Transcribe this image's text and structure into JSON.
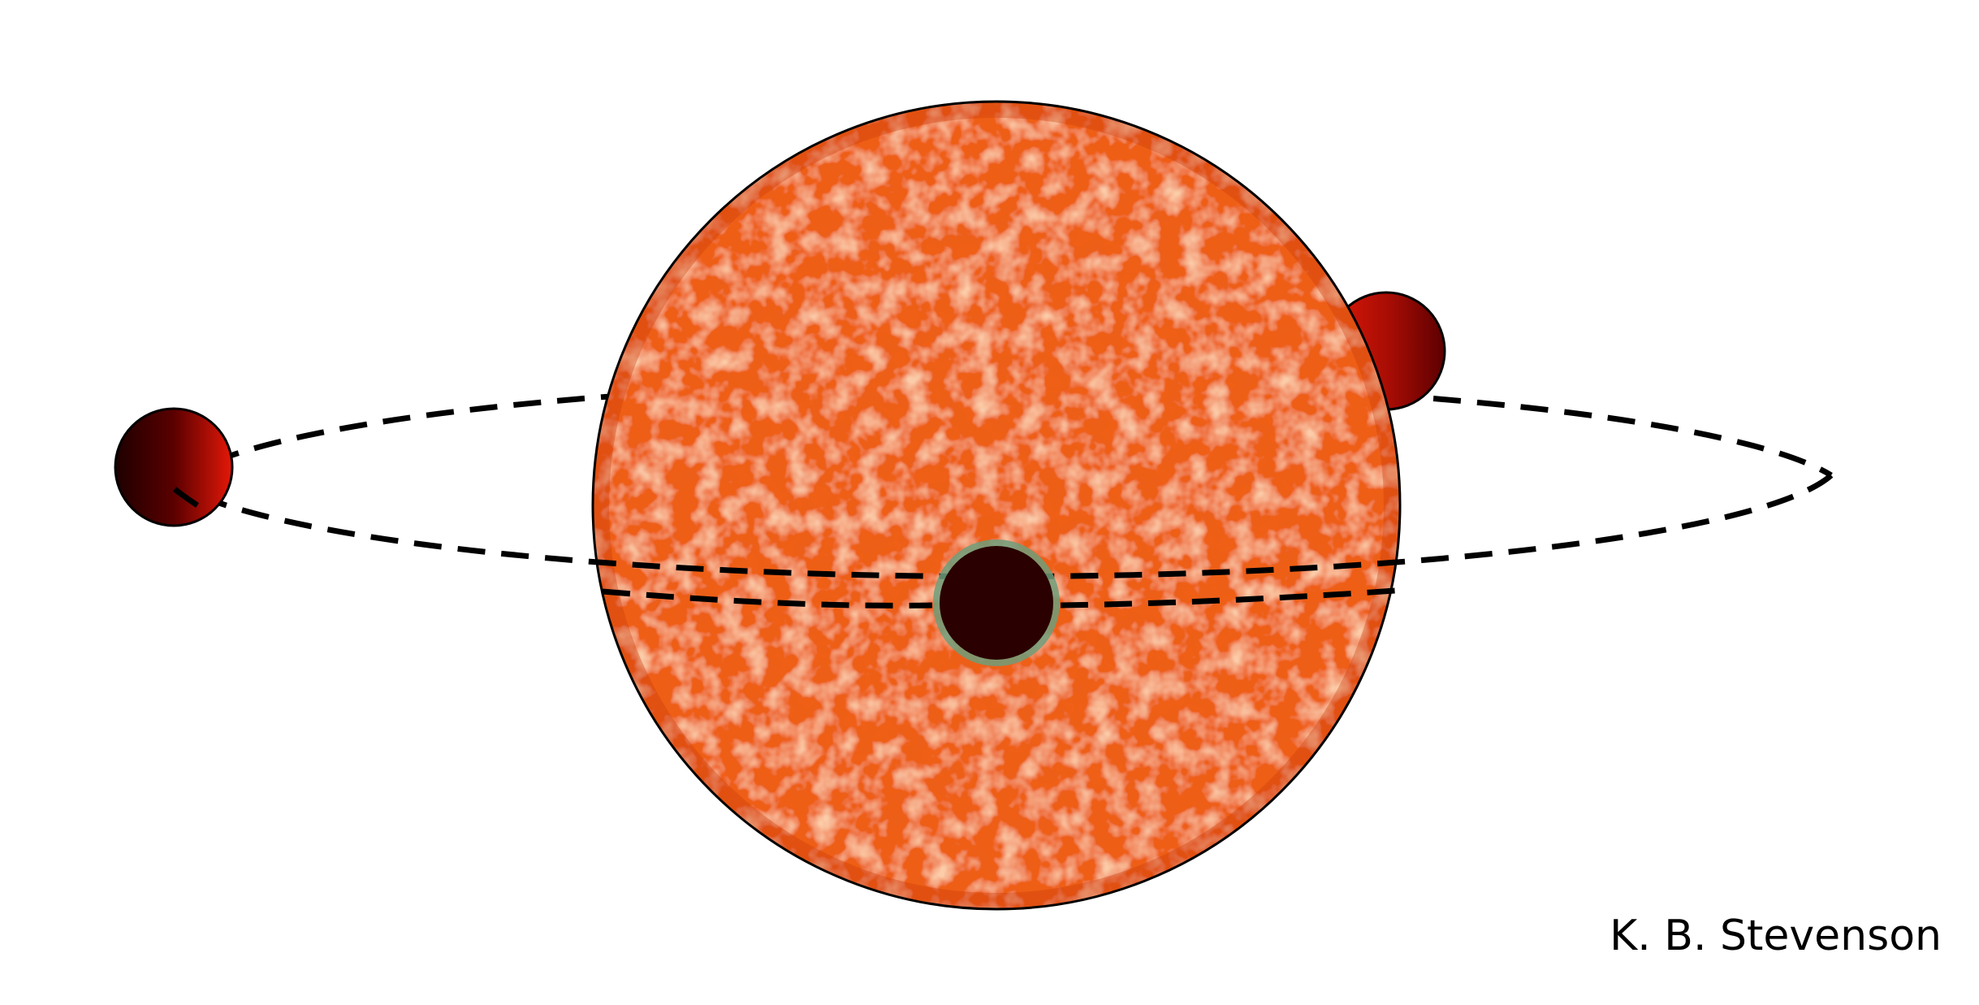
{
  "figure": {
    "credit": "K. B. Stevenson"
  },
  "colors": {
    "star_base": "#f06010",
    "star_dark": "#c0300a",
    "star_light": "#fff0d8",
    "planet_day": "#e01808",
    "planet_night": "#2a0000",
    "transit_ring": "#6f9e7a",
    "orbit_line": "#000000"
  },
  "icons": [
    "star",
    "orbit-path",
    "planet-quadrature",
    "planet-transit",
    "planet-secondary-eclipse"
  ]
}
